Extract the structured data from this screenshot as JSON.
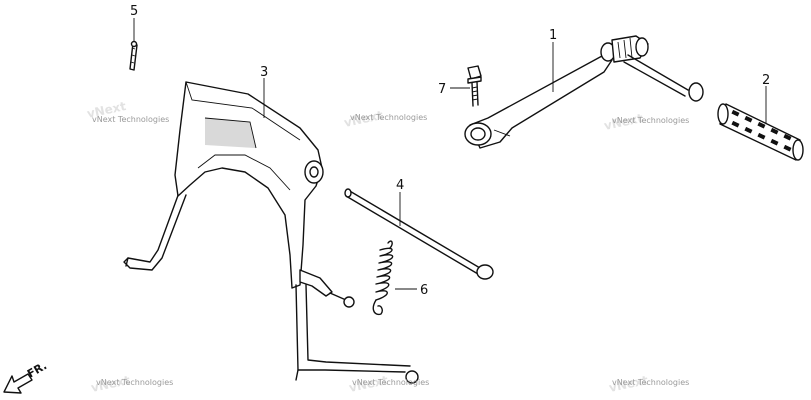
{
  "diagram": {
    "callouts": {
      "c1": "1",
      "c2": "2",
      "c3": "3",
      "c4": "4",
      "c5": "5",
      "c6": "6",
      "c7": "7"
    },
    "watermarks": {
      "w1": "vNext Technologies",
      "w2": "vNext Technologies",
      "w3": "vNext Technologies",
      "w4": "vNext Technologies",
      "w5": "vNext Technologies",
      "w6": "vNext Technologies"
    },
    "direction_label": "FR."
  }
}
